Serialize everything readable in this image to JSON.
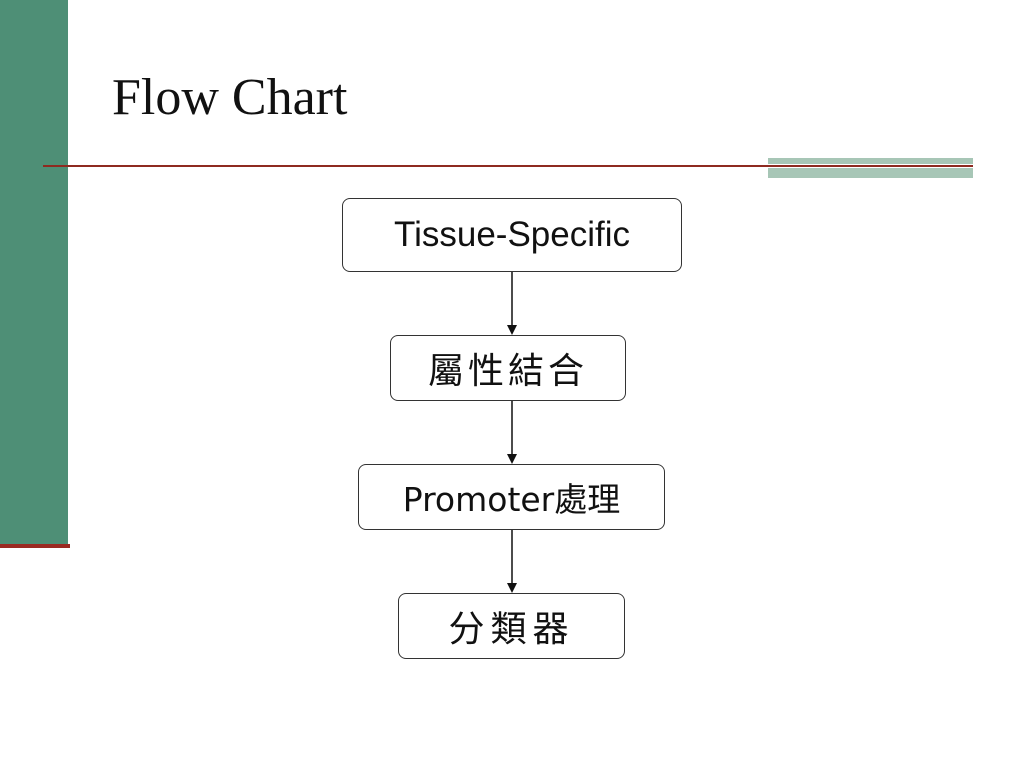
{
  "slide": {
    "title": "Flow Chart"
  },
  "flowchart": {
    "steps": [
      {
        "label": "Tissue-Specific"
      },
      {
        "label": "屬性結合"
      },
      {
        "label": "Promoter處理"
      },
      {
        "label": "分類器"
      }
    ]
  },
  "colors": {
    "sidebar": "#4e8f76",
    "accent_red": "#9b2a22",
    "rule_band": "#a7c6b6",
    "box_border": "#333333",
    "text": "#111111"
  }
}
